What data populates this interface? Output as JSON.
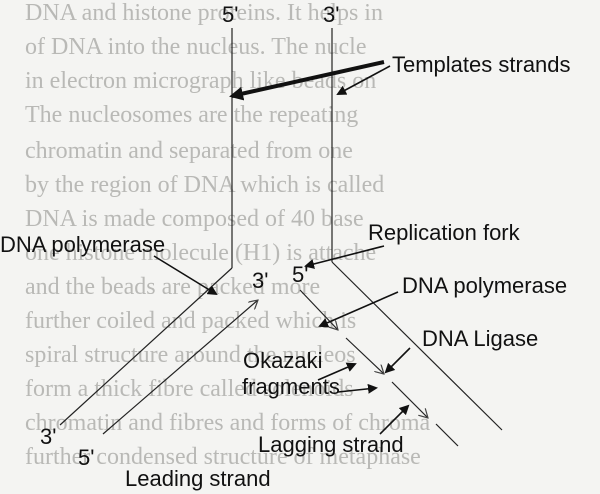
{
  "background_text": [
    "DNA and histone proteins. It helps in",
    "of DNA into the nucleus. The nucle",
    "in electron micrograph like beads on",
    "The nucleosomes are the repeating",
    "chromatin and separated from one",
    "by the region of DNA which is called",
    "DNA is made composed of 40 base",
    "one histone molecule (H1) is attache",
    "and the beads are packed more",
    "further coiled and packed which is",
    "spiral structure around the nucleos",
    "form a thick fibre called solenoids",
    "chromatin and fibres and forms of chroma",
    "further condensed structure of metaphase"
  ],
  "labels": {
    "five_prime_top_left": "5'",
    "three_prime_top_right": "3'",
    "templates_strands": "Templates strands",
    "dna_polymerase_left": "DNA polymerase",
    "replication_fork": "Replication fork",
    "three_prime_fork": "3'",
    "five_prime_fork": "5'",
    "dna_polymerase_right": "DNA polymerase",
    "dna_ligase": "DNA Ligase",
    "okazaki_line1": "Okazaki",
    "okazaki_line2": "fragments",
    "three_prime_bottom": "3'",
    "five_prime_bottom": "5'",
    "lagging_strand": "Lagging strand",
    "leading_strand": "Leading strand"
  }
}
